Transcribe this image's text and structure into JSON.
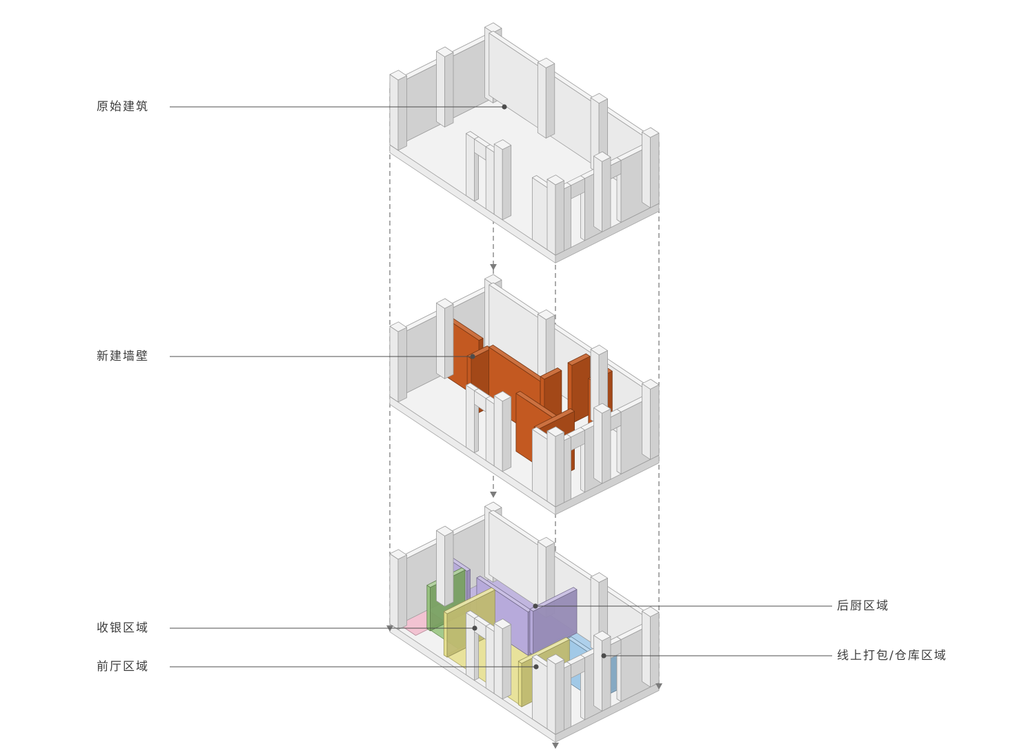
{
  "diagram": {
    "levels": {
      "original": {
        "label": "原始建筑"
      },
      "new_walls": {
        "label": "新建墙壁"
      }
    },
    "zones": {
      "kitchen": {
        "label": "后厨区域",
        "color": "#b3a6d8"
      },
      "cashier": {
        "label": "收银区域",
        "color": "#8fbe74"
      },
      "front_hall": {
        "label": "前厅区域",
        "color": "#e3dc85"
      },
      "packing": {
        "label": "线上打包/仓库区域",
        "color": "#9cc6e6"
      },
      "pink_zone": {
        "color": "#efb6c8"
      }
    },
    "materials": {
      "structure": "#e7e7e7",
      "slab": "#ececec",
      "new_wall": "#c2561c",
      "outline": "#9a9a9a",
      "leader": "#4c4c4c",
      "dashed": "#7c7c7c"
    }
  }
}
